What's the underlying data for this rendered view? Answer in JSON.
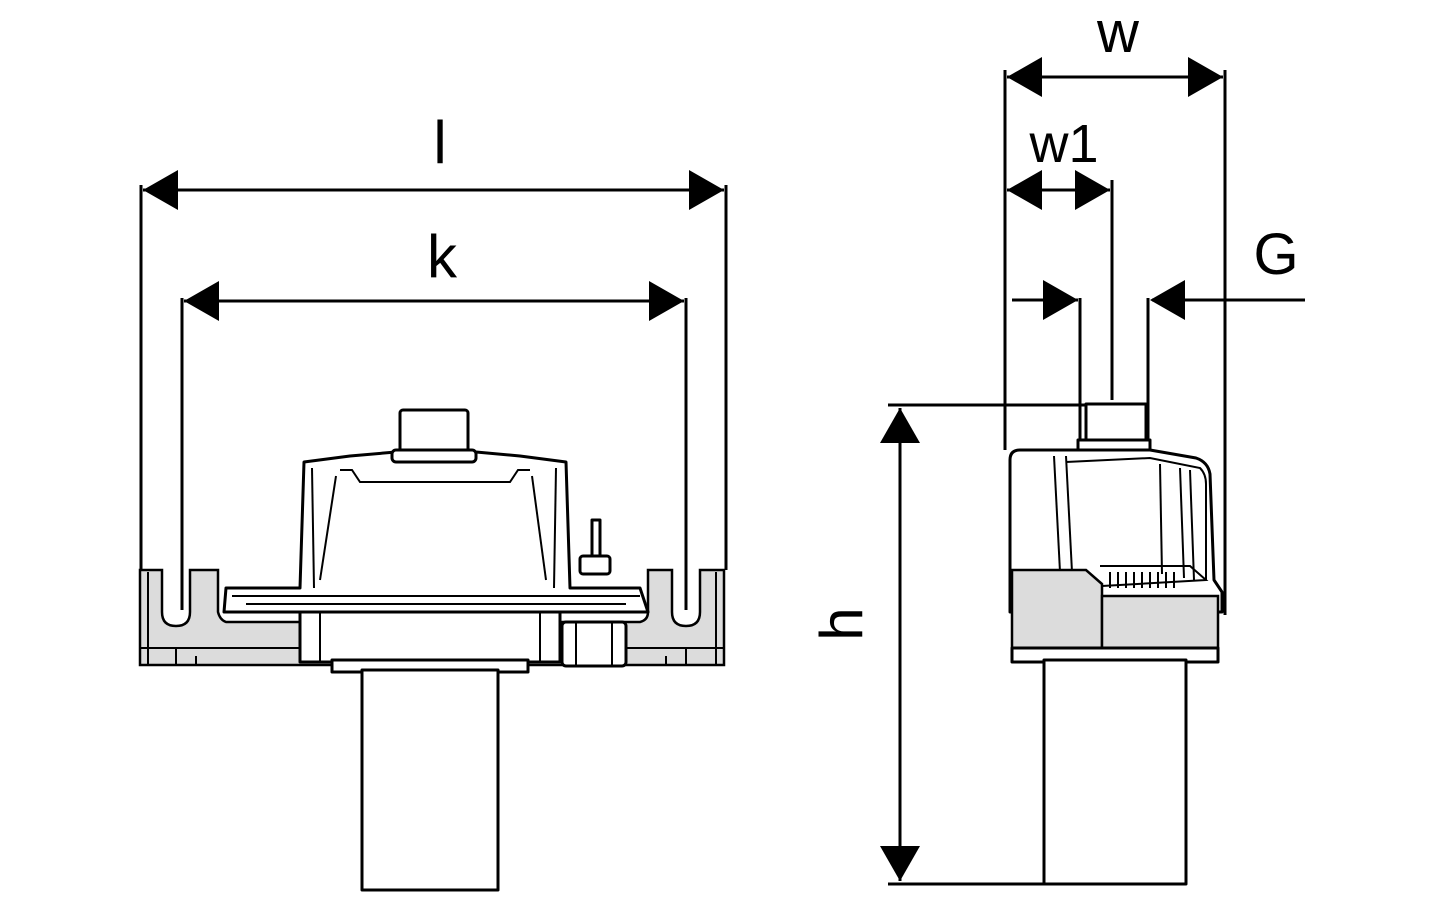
{
  "labels": {
    "length": "l",
    "inner_length": "k",
    "width": "w",
    "width_partial": "w1",
    "thread": "G",
    "height": "h"
  },
  "colors": {
    "line": "#000000",
    "background": "#ffffff",
    "shade": "#dcdcdc"
  }
}
